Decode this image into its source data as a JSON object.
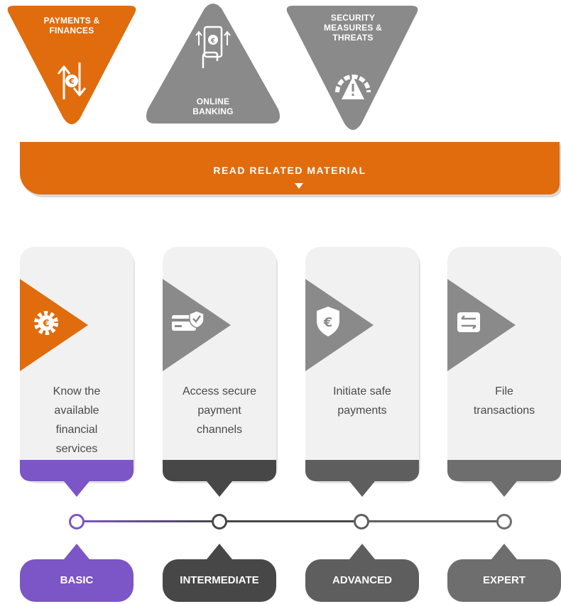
{
  "categories": [
    {
      "label": "PAYMENTS &\nFINANCES",
      "icon": "payments-exchange-icon",
      "color": "#e06c0e"
    },
    {
      "label": "ONLINE\nBANKING",
      "icon": "mobile-banking-icon",
      "color": "#8a8a8a"
    },
    {
      "label": "SECURITY\nMEASURES &\nTHREATS",
      "icon": "security-gauge-icon",
      "color": "#8a8a8a"
    }
  ],
  "banner": {
    "label": "READ RELATED MATERIAL",
    "color": "#e06c0e"
  },
  "cards": [
    {
      "text": "Know the\navailable\nfinancial\nservices",
      "icon": "euro-gear-icon",
      "accent": "#e06c0e",
      "foot": "#7c55c6"
    },
    {
      "text": "Access secure\npayment\nchannels",
      "icon": "secure-card-icon",
      "accent": "#8a8a8a",
      "foot": "#474747"
    },
    {
      "text": "Initiate safe\npayments",
      "icon": "euro-shield-icon",
      "accent": "#8a8a8a",
      "foot": "#5e5e5e"
    },
    {
      "text": "File\ntransactions",
      "icon": "transfer-arrows-icon",
      "accent": "#8a8a8a",
      "foot": "#6e6e6e"
    }
  ],
  "levels": [
    {
      "label": "BASIC",
      "color": "#7c55c6"
    },
    {
      "label": "INTERMEDIATE",
      "color": "#474747"
    },
    {
      "label": "ADVANCED",
      "color": "#5e5e5e"
    },
    {
      "label": "EXPERT",
      "color": "#6e6e6e"
    }
  ]
}
